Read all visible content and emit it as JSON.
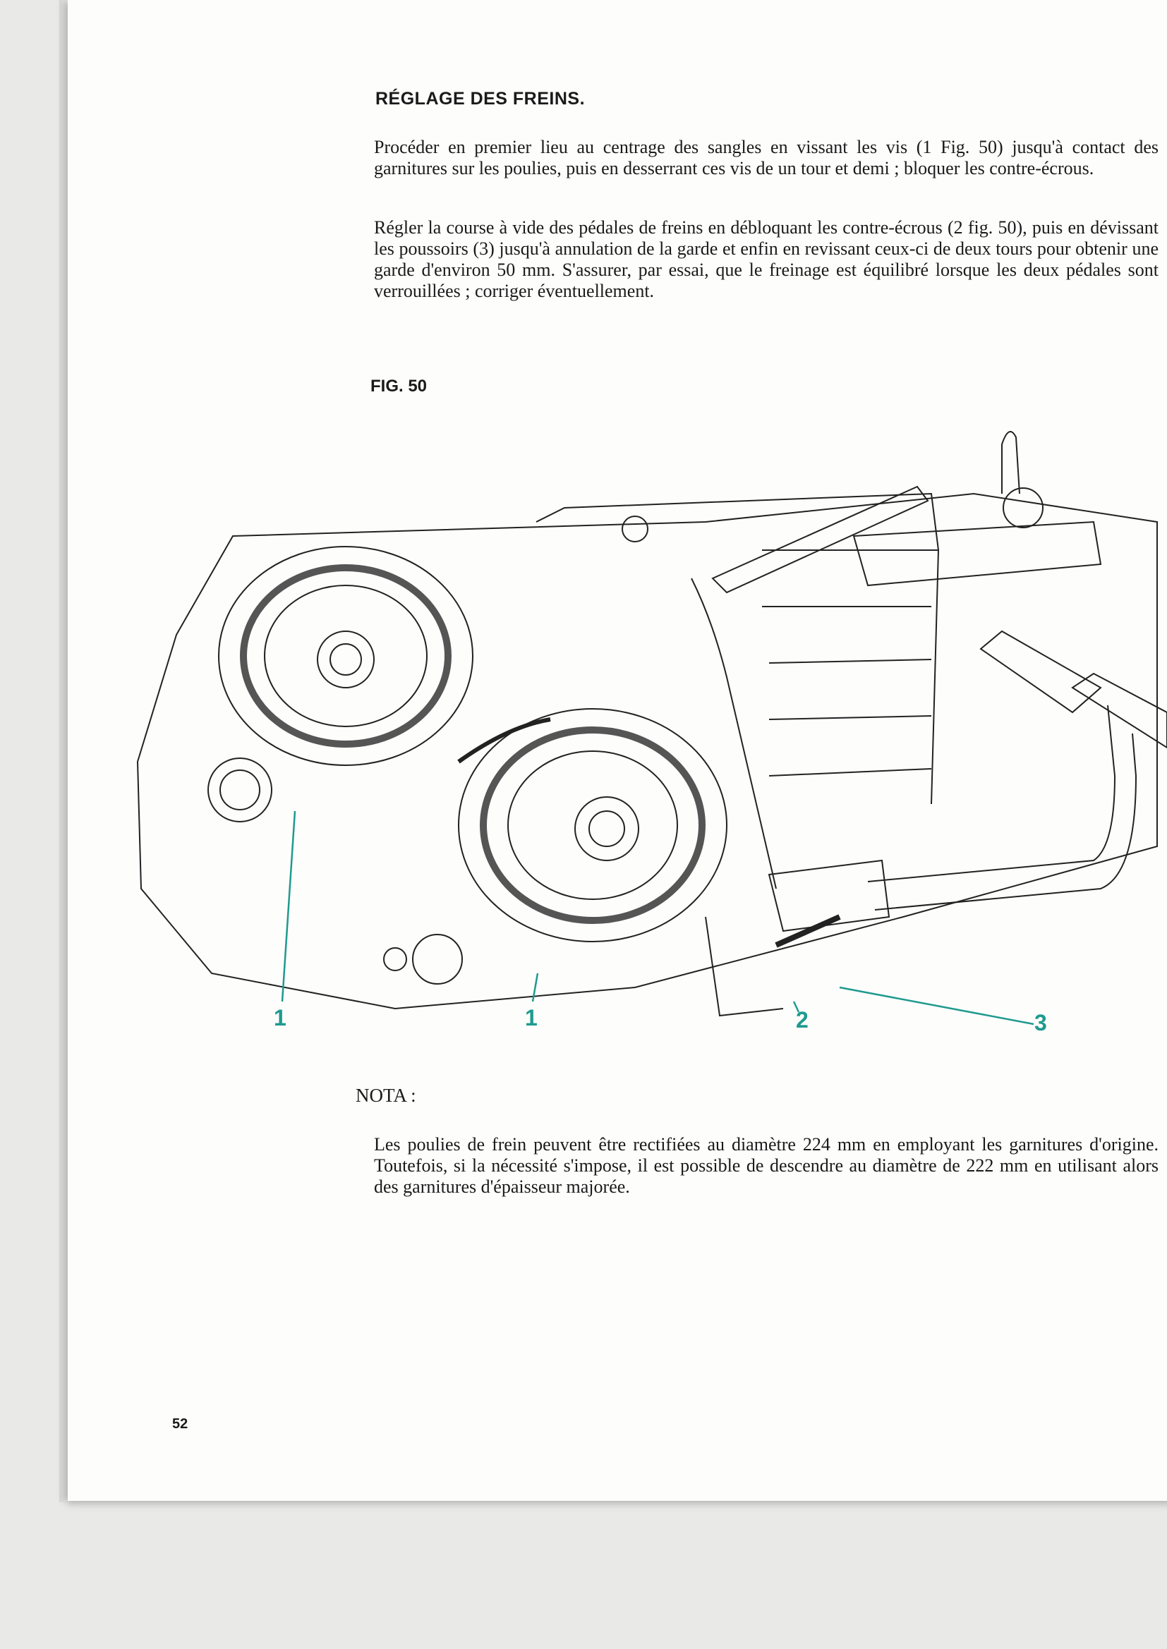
{
  "heading": "RÉGLAGE DES FREINS.",
  "paragraphs": [
    "Procéder en premier lieu au centrage des sangles en vissant les vis (1 Fig. 50) jusqu'à contact des garnitures sur les poulies, puis en desserrant ces vis de un tour et demi ; bloquer les contre-écrous.",
    "Régler la course à vide des pédales de freins en débloquant les contre-écrous (2 fig. 50), puis en dévissant les poussoirs (3) jusqu'à annulation de la garde et enfin en revissant ceux-ci de deux tours pour obtenir une garde d'environ 50 mm. S'assurer, par essai, que le freinage est équilibré lorsque les deux pédales sont verrouillées ; corriger éventuellement."
  ],
  "figure": {
    "caption": "FIG. 50",
    "callouts": [
      "1",
      "1",
      "2",
      "3"
    ],
    "callout_color": "#1f9a8e"
  },
  "nota": {
    "label": "NOTA :",
    "text": "Les poulies de frein peuvent être rectifiées au diamètre 224 mm en employant les garnitures d'origine. Toutefois, si la nécessité s'impose, il est possible de descendre au diamètre de 222 mm en utilisant alors des garnitures d'épaisseur majorée."
  },
  "page_number": "52"
}
